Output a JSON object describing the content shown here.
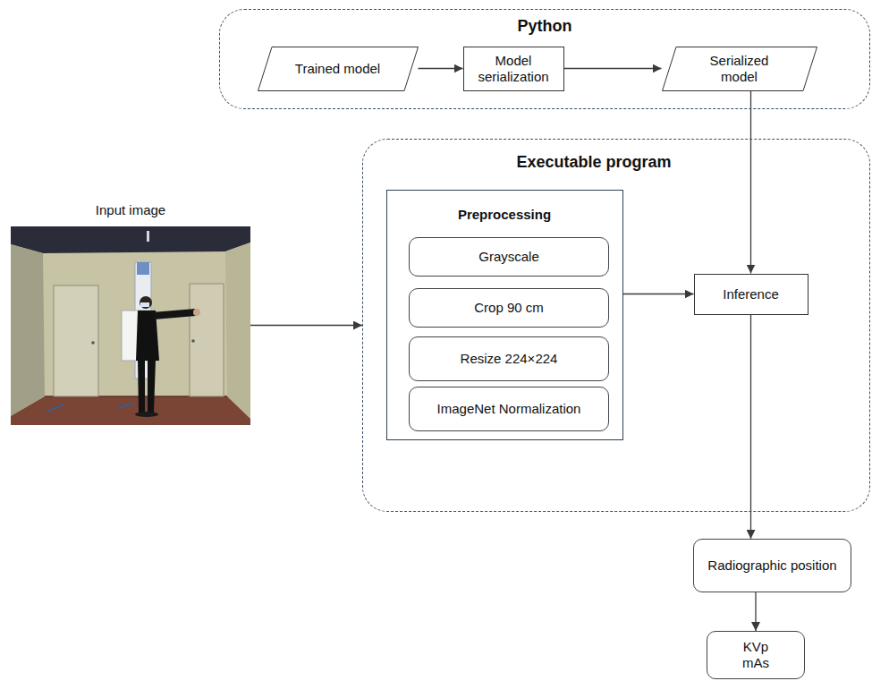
{
  "diagram": {
    "nodes": [
      {
        "text": [
          "Python"
        ]
      },
      {
        "text": [
          "Trained model"
        ],
        "in": 0
      },
      {
        "text": [
          "Model serialization"
        ],
        "in": 0
      },
      {
        "text": [
          "Serialized model"
        ],
        "in": 0
      },
      {
        "text": [
          "Input image"
        ]
      },
      {
        "text": [
          "Executable program"
        ]
      },
      {
        "text": [
          "Preprocessing"
        ],
        "in": 5
      },
      {
        "text": [
          "Grayscale"
        ],
        "in": 6
      },
      {
        "text": [
          "Crop 90 cm"
        ],
        "in": 6
      },
      {
        "text": [
          "Resize 224×224"
        ],
        "in": 6
      },
      {
        "text": [
          "ImageNet Normalization"
        ],
        "in": 6
      },
      {
        "text": [
          "Inference"
        ],
        "in": 5
      },
      {
        "text": [
          "Radiographic position"
        ]
      },
      {
        "text": [
          "KVp mAs"
        ]
      }
    ],
    "edges": [
      {
        "from": 1,
        "to": 2,
        "arrow": "to"
      },
      {
        "from": 2,
        "to": 3,
        "arrow": "to"
      },
      {
        "from": 3,
        "to": 11,
        "arrow": "to"
      },
      {
        "from": 4,
        "to": 5,
        "arrow": "to"
      },
      {
        "from": 6,
        "to": 11,
        "arrow": "to"
      },
      {
        "from": 11,
        "to": 12,
        "arrow": "to"
      },
      {
        "from": 12,
        "to": 13,
        "arrow": "to"
      }
    ]
  }
}
